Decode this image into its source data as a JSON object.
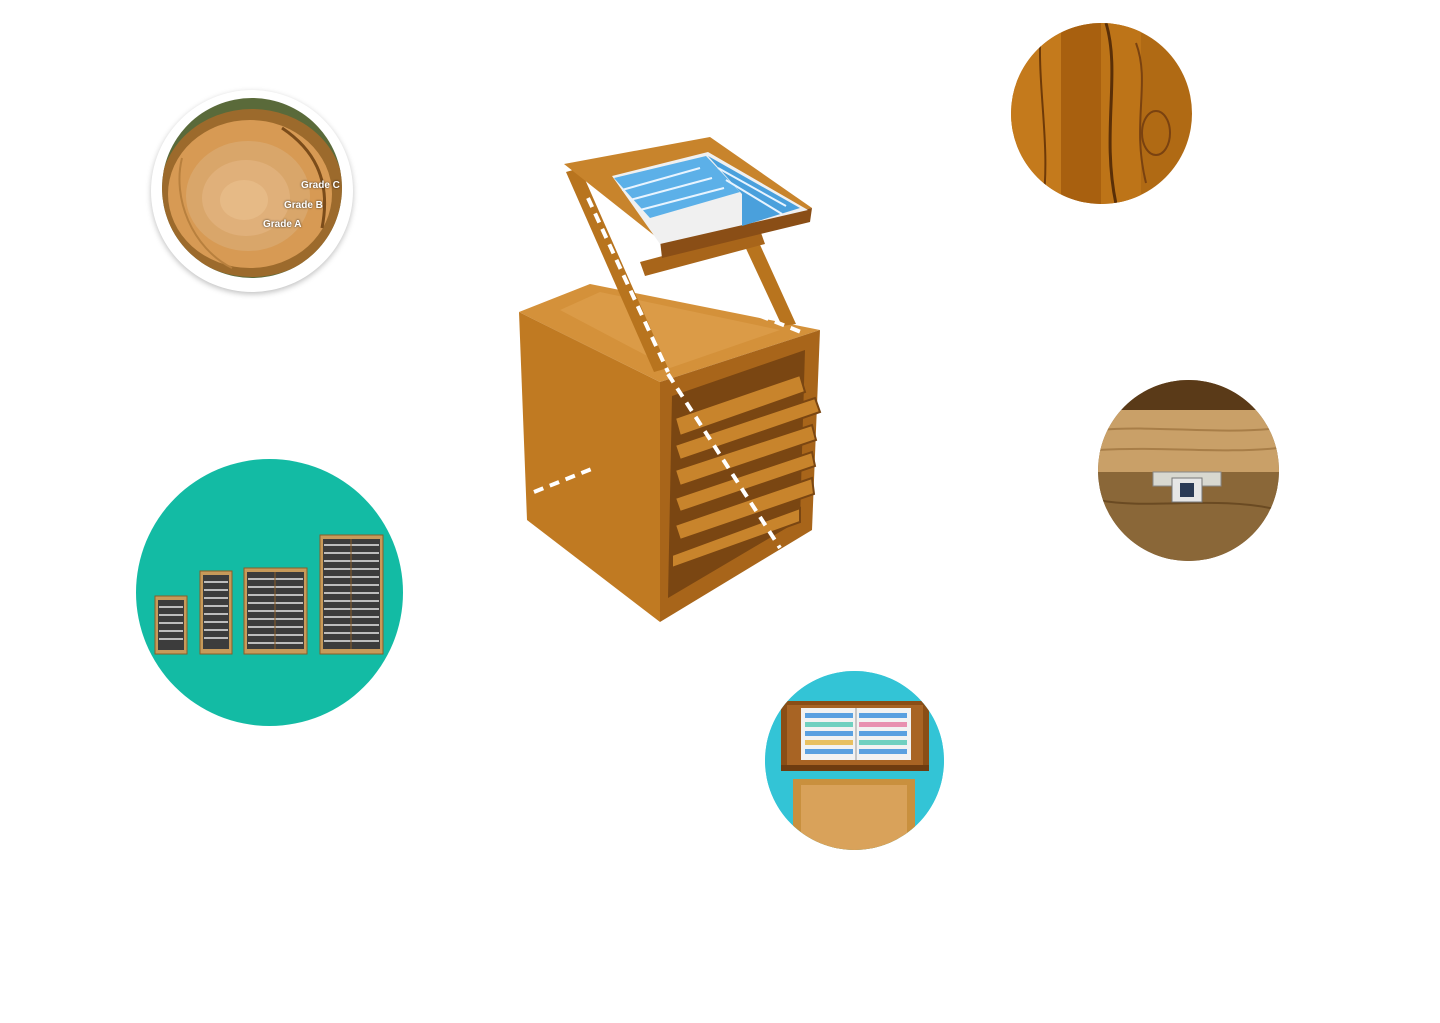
{
  "grades": {
    "c": "Grade C",
    "b": "Grade B",
    "a": "Grade A"
  },
  "colors": {
    "teal": "#13bba4",
    "wood": "#c9842a",
    "wood_dark": "#8a5518",
    "sky": "#33c4d6"
  },
  "icons": [
    "teak-cross-section-photo",
    "teak-grain-photo",
    "bookcase-sizes-photo",
    "drawer-lock-photo",
    "reading-stand-photo",
    "quran-stand-cabinet-photo"
  ]
}
